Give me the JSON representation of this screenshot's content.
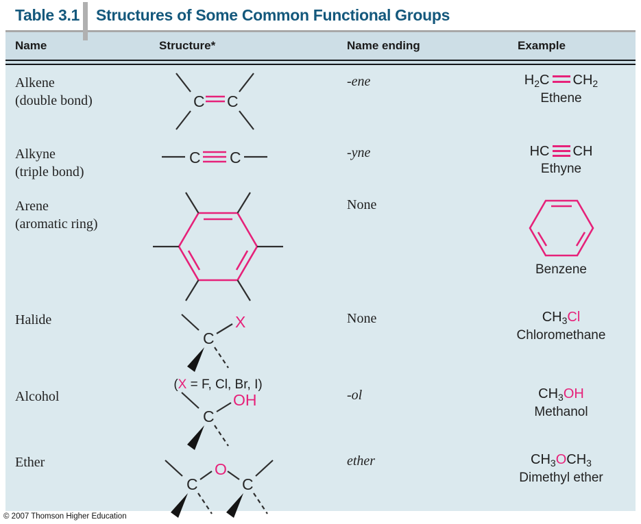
{
  "title": {
    "table_label": "Table 3.1",
    "table_title": "Structures of Some Common Functional Groups"
  },
  "columns": {
    "name": "Name",
    "structure": "Structure*",
    "ending": "Name ending",
    "example": "Example"
  },
  "structure_labels": {
    "carbon": "C",
    "oxygen": "O",
    "halogen": "X",
    "hydroxyl": "OH"
  },
  "colors": {
    "accent": "#e62179",
    "titleblue": "#14587c",
    "body-bg": "#dbe9ee",
    "band": "#cddee6"
  },
  "rows": [
    {
      "name": "Alkene",
      "qualifier": "(double bond)",
      "ending": "-ene",
      "example_name": "Ethene",
      "example_formula": [
        {
          "t": "H"
        },
        {
          "t": "2",
          "sub": true
        },
        {
          "t": "C"
        },
        {
          "bond": "double"
        },
        {
          "t": "CH"
        },
        {
          "t": "2",
          "sub": true
        }
      ]
    },
    {
      "name": "Alkyne",
      "qualifier": "(triple bond)",
      "ending": "-yne",
      "example_name": "Ethyne",
      "example_formula": [
        {
          "t": "HC"
        },
        {
          "bond": "triple"
        },
        {
          "t": "CH"
        }
      ]
    },
    {
      "name": "Arene",
      "qualifier": "(aromatic ring)",
      "ending": "None",
      "example_name": "Benzene",
      "example_formula": []
    },
    {
      "name": "Halide",
      "qualifier": "",
      "ending": "None",
      "example_name": "Chloromethane",
      "example_formula": [
        {
          "t": "CH"
        },
        {
          "t": "3",
          "sub": true
        },
        {
          "t": "Cl",
          "accent": true
        }
      ],
      "structure_note": [
        {
          "t": "("
        },
        {
          "t": "X",
          "accent": true
        },
        {
          "t": " = F, Cl, Br, I)"
        }
      ]
    },
    {
      "name": "Alcohol",
      "qualifier": "",
      "ending": "-ol",
      "example_name": "Methanol",
      "example_formula": [
        {
          "t": "CH"
        },
        {
          "t": "3",
          "sub": true
        },
        {
          "t": "OH",
          "accent": true
        }
      ]
    },
    {
      "name": "Ether",
      "qualifier": "",
      "ending": "ether",
      "example_name": "Dimethyl ether",
      "example_formula": [
        {
          "t": "CH"
        },
        {
          "t": "3",
          "sub": true
        },
        {
          "t": "O",
          "accent": true
        },
        {
          "t": "CH"
        },
        {
          "t": "3",
          "sub": true
        }
      ]
    }
  ],
  "footer": {
    "copyright": "© 2007 Thomson Higher Education"
  }
}
